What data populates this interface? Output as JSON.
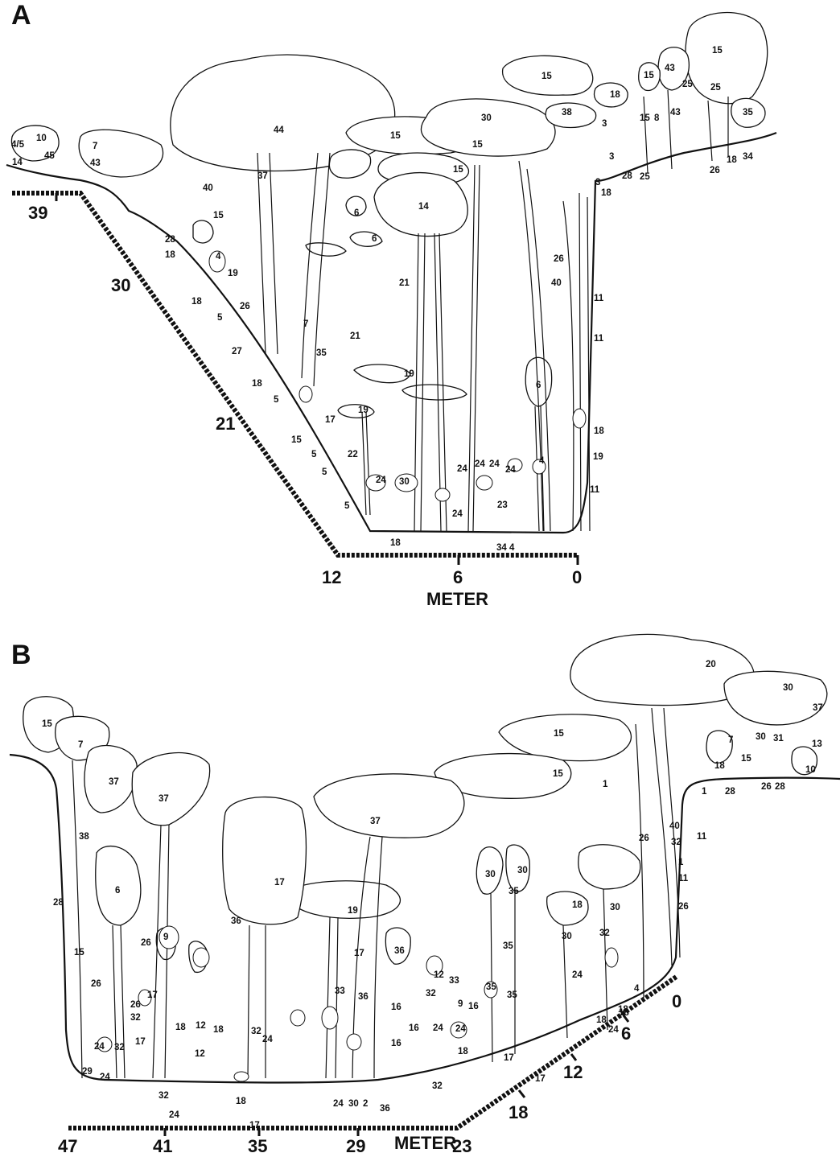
{
  "panels": [
    {
      "letter": "A",
      "axis_label": "METER",
      "scale_ticks": [
        "39",
        "30",
        "21",
        "12",
        "6",
        "0"
      ],
      "species_labels": [
        "4/5",
        "10",
        "45",
        "14",
        "7",
        "43",
        "44",
        "40",
        "15",
        "37",
        "6",
        "6",
        "15",
        "14",
        "30",
        "15",
        "15",
        "15",
        "38",
        "3",
        "3",
        "3",
        "18",
        "28",
        "25",
        "26",
        "18",
        "34",
        "15",
        "43",
        "25",
        "43",
        "25",
        "15",
        "35",
        "18",
        "15",
        "8",
        "28",
        "18",
        "4",
        "19",
        "18",
        "26",
        "5",
        "27",
        "7",
        "35",
        "21",
        "21",
        "18",
        "5",
        "15",
        "5",
        "5",
        "5",
        "19",
        "19",
        "22",
        "24",
        "30",
        "17",
        "6",
        "40",
        "26",
        "11",
        "11",
        "18",
        "19",
        "11",
        "24",
        "24",
        "24",
        "24",
        "24",
        "4",
        "23",
        "34",
        "4",
        "18"
      ]
    },
    {
      "letter": "B",
      "axis_label": "METER",
      "scale_ticks": [
        "47",
        "41",
        "35",
        "29",
        "23",
        "18",
        "12",
        "6",
        "0"
      ],
      "species_labels": [
        "15",
        "7",
        "37",
        "37",
        "38",
        "6",
        "28",
        "15",
        "26",
        "26",
        "9",
        "17",
        "26",
        "32",
        "17",
        "18",
        "12",
        "24",
        "32",
        "29",
        "24",
        "18",
        "12",
        "32",
        "24",
        "17",
        "36",
        "32",
        "24",
        "18",
        "19",
        "17",
        "37",
        "17",
        "36",
        "33",
        "36",
        "16",
        "16",
        "16",
        "24",
        "30",
        "2",
        "36",
        "12",
        "33",
        "9",
        "32",
        "24",
        "24",
        "18",
        "32",
        "35",
        "16",
        "35",
        "35",
        "17",
        "17",
        "30",
        "30",
        "35",
        "18",
        "30",
        "30",
        "24",
        "32",
        "18",
        "18",
        "24",
        "4",
        "18",
        "15",
        "15",
        "20",
        "30",
        "37",
        "7",
        "30",
        "31",
        "15",
        "18",
        "1",
        "1",
        "28",
        "26",
        "28",
        "13",
        "10",
        "26",
        "40",
        "32",
        "1",
        "11",
        "26",
        "11"
      ]
    }
  ]
}
